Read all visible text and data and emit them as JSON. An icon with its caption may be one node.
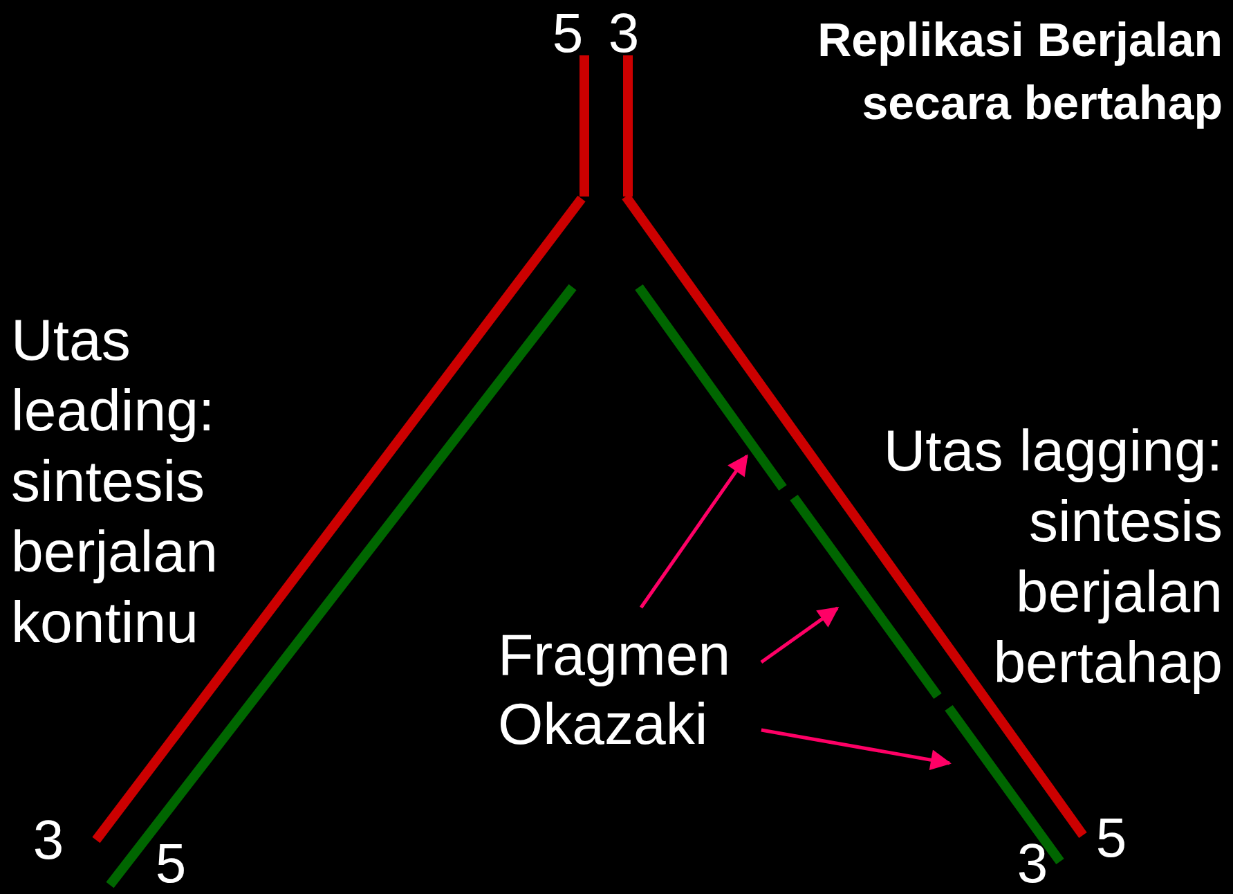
{
  "diagram": {
    "title": "Replikasi Berjalan secara bertahap",
    "nodes": [
      {
        "text": [],
        "shape": "bar"
      },
      {
        "text": [],
        "shape": "bar"
      },
      {
        "text": [
          "Fragmen Okazaki"
        ]
      },
      {
        "text": [],
        "shape": "bar"
      }
    ],
    "edges": [
      {
        "from": 2,
        "to": 0,
        "arrow": "to"
      },
      {
        "from": 2,
        "to": 1,
        "arrow": "to"
      },
      {
        "from": 2,
        "to": 3,
        "arrow": "to"
      }
    ],
    "labels": [
      "5",
      "3",
      "Utas leading: sintesis berjalan kontinu",
      "Utas lagging: sintesis berjalan bertahap",
      "3",
      "5",
      "5",
      "3"
    ]
  }
}
